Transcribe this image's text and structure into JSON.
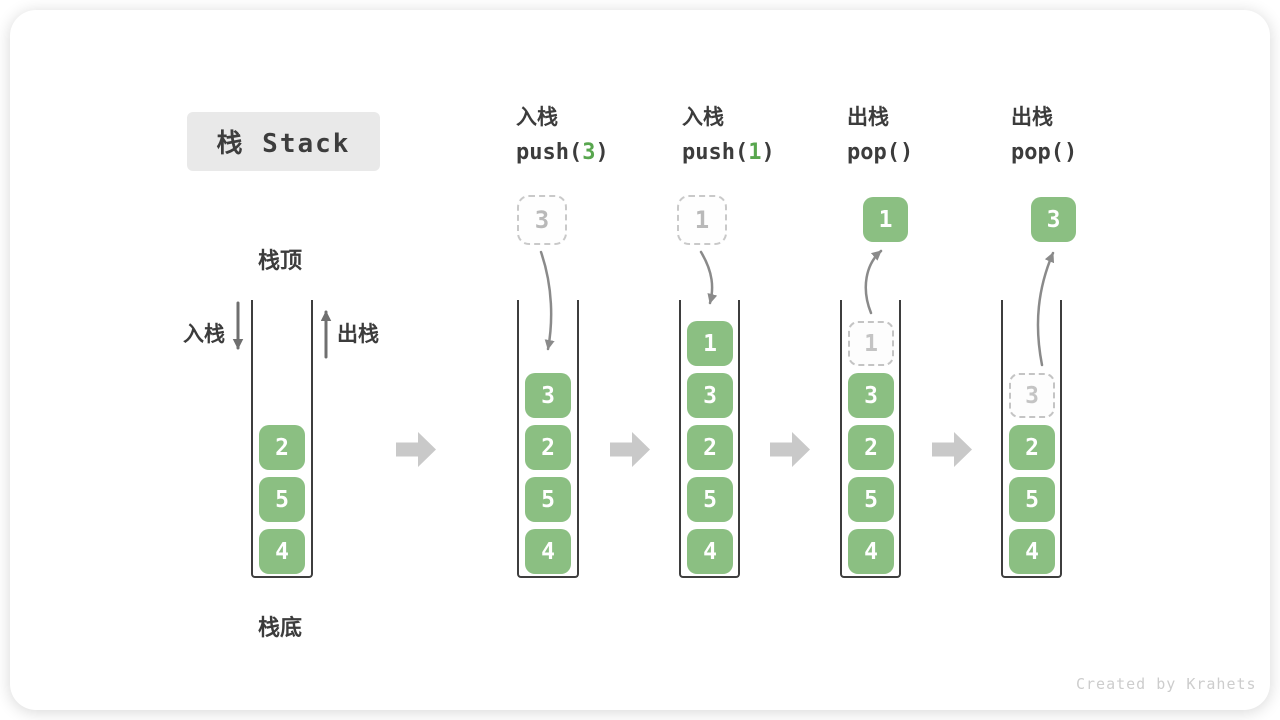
{
  "title": "栈 Stack",
  "watermark": "Created by Krahets",
  "colors": {
    "cell_green": "#8bbf82",
    "arg_green": "#58a64e",
    "block_arrow": "#c9c9c9",
    "arrow_gray": "#8a8a8a",
    "wall": "#3e3e3e"
  },
  "legend": {
    "stack_top": "栈顶",
    "stack_bottom": "栈底",
    "push_side": "入栈",
    "pop_side": "出栈"
  },
  "stack0": {
    "cells": [
      "2",
      "5",
      "4"
    ]
  },
  "steps": [
    {
      "title": "入栈",
      "code_open": "push(",
      "arg": "3",
      "code_close": ")",
      "floating": "3",
      "cells": [
        "3",
        "2",
        "5",
        "4"
      ]
    },
    {
      "title": "入栈",
      "code_open": "push(",
      "arg": "1",
      "code_close": ")",
      "floating": "1",
      "cells": [
        "1",
        "3",
        "2",
        "5",
        "4"
      ]
    },
    {
      "title": "出栈",
      "code_open": "pop()",
      "arg": "",
      "code_close": "",
      "floating": "1",
      "ghost": "1",
      "cells": [
        "3",
        "2",
        "5",
        "4"
      ]
    },
    {
      "title": "出栈",
      "code_open": "pop()",
      "arg": "",
      "code_close": "",
      "floating": "3",
      "ghost": "3",
      "cells": [
        "2",
        "5",
        "4"
      ]
    }
  ]
}
